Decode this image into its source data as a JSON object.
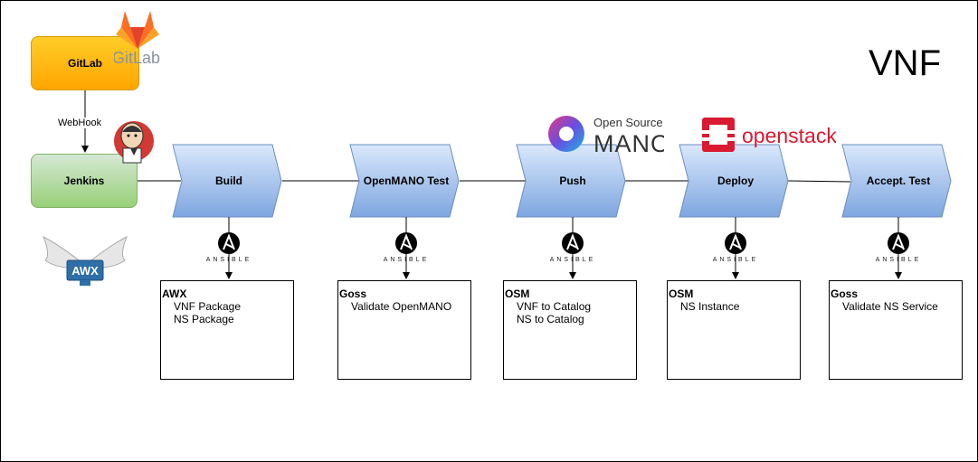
{
  "title": "VNF",
  "gitlab": {
    "label": "GitLab",
    "logo_text": "GitLab"
  },
  "webhook_label": "WebHook",
  "jenkins": {
    "label": "Jenkins"
  },
  "awx_logo_text": "AWX",
  "mano_logo": {
    "line1": "Open Source",
    "line2": "MANO"
  },
  "openstack_logo_text": "openstack",
  "ansible_text": "ANSIBLE",
  "stages": [
    {
      "label": "Build",
      "note_title": "AWX",
      "note_lines": [
        "VNF Package",
        "NS Package"
      ]
    },
    {
      "label": "OpenMANO Test",
      "note_title": "Goss",
      "note_lines": [
        "Validate OpenMANO"
      ]
    },
    {
      "label": "Push",
      "note_title": "OSM",
      "note_lines": [
        "VNF to Catalog",
        "NS to Catalog"
      ]
    },
    {
      "label": "Deploy",
      "note_title": "OSM",
      "note_lines": [
        "NS Instance"
      ]
    },
    {
      "label": "Accept. Test",
      "note_title": "Goss",
      "note_lines": [
        "Validate NS Service"
      ]
    }
  ],
  "colors": {
    "stage_fill_top": "#dae8fc",
    "stage_fill_bottom": "#7ea6e0",
    "stage_stroke": "#6c8ebf",
    "gitlab_orange": "#fc6d26",
    "openstack_red": "#da1a32",
    "mano_gradient": [
      "#e5397f",
      "#6a4de0",
      "#19b3e6"
    ]
  }
}
